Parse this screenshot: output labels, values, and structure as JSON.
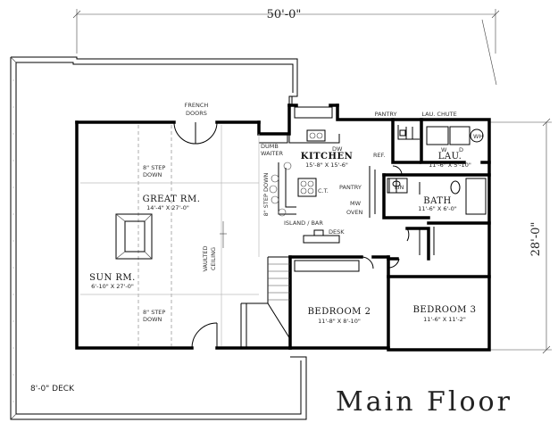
{
  "overall": {
    "width": "50'-0\"",
    "depth": "28'-0\""
  },
  "title": "Main Floor",
  "rooms": {
    "kitchen": {
      "name": "KITCHEN",
      "size": "15'-8\" X 15'-6\""
    },
    "laundry": {
      "name": "LAU.",
      "size": "11'-6\" X 5'-10\""
    },
    "bath": {
      "name": "BATH",
      "size": "11'-6\" X 6'-0\""
    },
    "great_room": {
      "name": "GREAT RM.",
      "size": "14'-4\" X 27'-0\""
    },
    "sun_room": {
      "name": "SUN RM.",
      "size": "6'-10\" X 27'-0\""
    },
    "bedroom2": {
      "name": "BEDROOM 2",
      "size": "11'-8\" X 8'-10\""
    },
    "bedroom3": {
      "name": "BEDROOM 3",
      "size": "11'-6\" X 11'-2\""
    }
  },
  "labels": {
    "french_doors_1": "FRENCH",
    "french_doors_2": "DOORS",
    "pantry_top": "PANTRY",
    "lau_chute": "LAU. CHUTE",
    "dumb_waiter_1": "DUMB",
    "dumb_waiter_2": "WAITER",
    "dw": "DW",
    "ref": "REF.",
    "step_down_top_1": "8\" STEP",
    "step_down_top_2": "DOWN",
    "step_down_vertical": "8\" STEP DOWN",
    "ct": "C.T.",
    "pantry": "PANTRY",
    "mw_oven_1": "MW",
    "mw_oven_2": "OVEN",
    "lin": "LIN",
    "island_bar": "ISLAND / BAR",
    "desk": "DESK",
    "vaulted_ceiling_1": "VAULTED",
    "vaulted_ceiling_2": "CEILING",
    "step_down_bottom_1": "8\" STEP",
    "step_down_bottom_2": "DOWN",
    "washer": "W",
    "dryer": "D",
    "wh": "WH",
    "deck": "8'-0\" DECK"
  },
  "colors": {
    "wall": "#000000",
    "text": "#222222",
    "background": "#ffffff"
  }
}
